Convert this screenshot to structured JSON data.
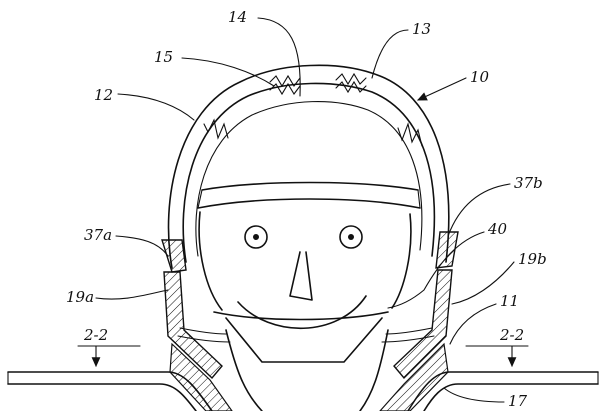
{
  "figure": {
    "ink_color": "#111111",
    "paper_color": "#ffffff",
    "reference_numerals": {
      "r10": "10",
      "r11": "11",
      "r12": "12",
      "r13": "13",
      "r14": "14",
      "r15": "15",
      "r17": "17",
      "r19a": "19a",
      "r19b": "19b",
      "r37a": "37a",
      "r37b": "37b",
      "r40": "40",
      "section_left": "2-2",
      "section_right": "2-2"
    }
  }
}
